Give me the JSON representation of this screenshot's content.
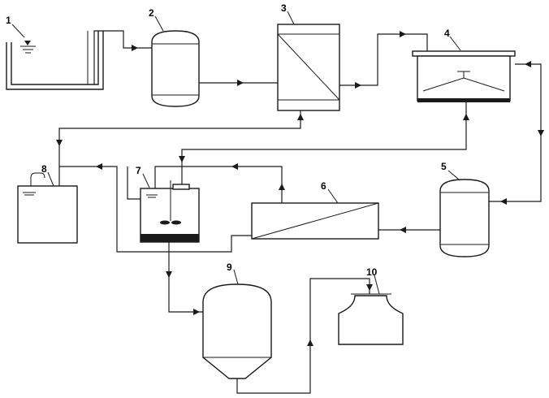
{
  "labels": {
    "n1": "1",
    "n2": "2",
    "n3": "3",
    "n4": "4",
    "n5": "5",
    "n6": "6",
    "n7": "7",
    "n8": "8",
    "n9": "9",
    "n10": "10"
  },
  "colors": {
    "line": "#1a1a1a",
    "background": "#ffffff"
  }
}
